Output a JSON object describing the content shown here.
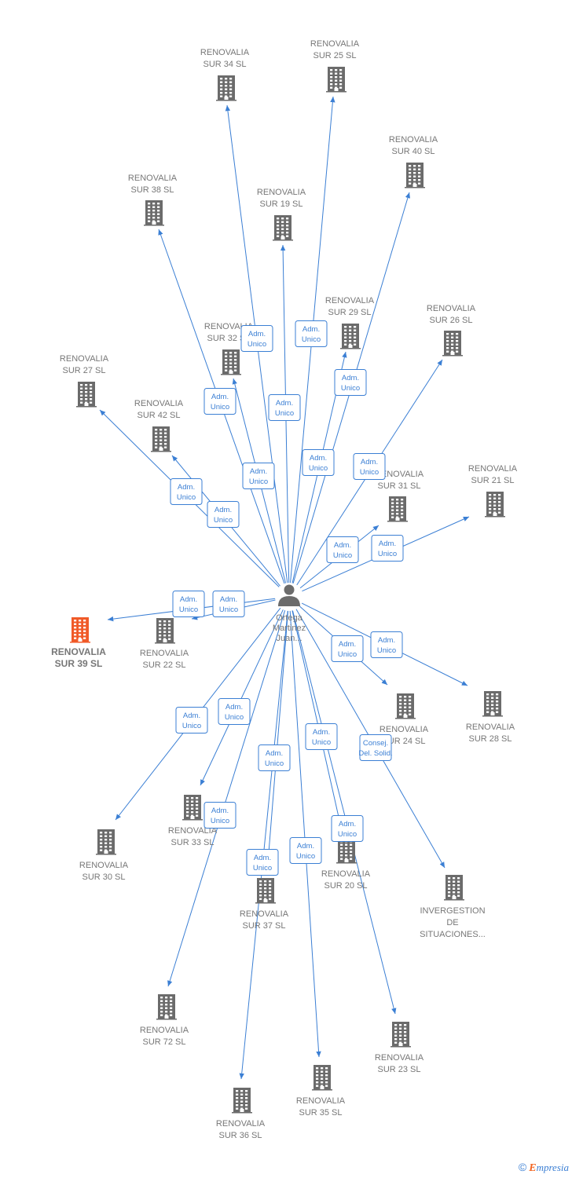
{
  "colors": {
    "edge": "#3b7fd4",
    "building": "#6b6b6b",
    "highlight": "#f05a28",
    "person": "#6b6b6b"
  },
  "center": {
    "name_lines": [
      "Ortega",
      "Martinez",
      "Juan..."
    ],
    "icon": "person-icon"
  },
  "nodes": [
    {
      "id": "sur34",
      "lines": [
        "RENOVALIA",
        "SUR 34  SL"
      ]
    },
    {
      "id": "sur25",
      "lines": [
        "RENOVALIA",
        "SUR 25  SL"
      ]
    },
    {
      "id": "sur40",
      "lines": [
        "RENOVALIA",
        "SUR 40  SL"
      ]
    },
    {
      "id": "sur38",
      "lines": [
        "RENOVALIA",
        "SUR 38  SL"
      ]
    },
    {
      "id": "sur19",
      "lines": [
        "RENOVALIA",
        "SUR 19  SL"
      ]
    },
    {
      "id": "sur29",
      "lines": [
        "RENOVALIA",
        "SUR 29  SL"
      ]
    },
    {
      "id": "sur26",
      "lines": [
        "RENOVALIA",
        "SUR 26  SL"
      ]
    },
    {
      "id": "sur32",
      "lines": [
        "RENOVALIA",
        "SUR 32  SL"
      ]
    },
    {
      "id": "sur27",
      "lines": [
        "RENOVALIA",
        "SUR 27  SL"
      ]
    },
    {
      "id": "sur42",
      "lines": [
        "RENOVALIA",
        "SUR 42  SL"
      ]
    },
    {
      "id": "sur31",
      "lines": [
        "RENOVALIA",
        "SUR 31  SL"
      ]
    },
    {
      "id": "sur21",
      "lines": [
        "RENOVALIA",
        "SUR 21  SL"
      ]
    },
    {
      "id": "sur39",
      "lines": [
        "RENOVALIA",
        "SUR 39  SL"
      ],
      "highlight": true
    },
    {
      "id": "sur22",
      "lines": [
        "RENOVALIA",
        "SUR 22  SL"
      ]
    },
    {
      "id": "sur24",
      "lines": [
        "RENOVALIA",
        "SUR 24  SL"
      ]
    },
    {
      "id": "sur28",
      "lines": [
        "RENOVALIA",
        "SUR 28  SL"
      ]
    },
    {
      "id": "sur30",
      "lines": [
        "RENOVALIA",
        "SUR 30  SL"
      ]
    },
    {
      "id": "sur33",
      "lines": [
        "RENOVALIA",
        "SUR 33  SL"
      ]
    },
    {
      "id": "sur37",
      "lines": [
        "RENOVALIA",
        "SUR 37  SL"
      ]
    },
    {
      "id": "sur20",
      "lines": [
        "RENOVALIA",
        "SUR 20  SL"
      ]
    },
    {
      "id": "invergestion",
      "lines": [
        "INVERGESTION",
        "DE",
        "SITUACIONES..."
      ]
    },
    {
      "id": "sur72",
      "lines": [
        "RENOVALIA",
        "SUR 72  SL"
      ]
    },
    {
      "id": "sur23",
      "lines": [
        "RENOVALIA",
        "SUR 23  SL"
      ]
    },
    {
      "id": "sur35",
      "lines": [
        "RENOVALIA",
        "SUR 35  SL"
      ]
    },
    {
      "id": "sur36",
      "lines": [
        "RENOVALIA",
        "SUR 36  SL"
      ]
    }
  ],
  "edges": [
    {
      "to": "sur34",
      "role": [
        "Adm.",
        "Unico"
      ]
    },
    {
      "to": "sur25",
      "role": [
        "Adm.",
        "Unico"
      ]
    },
    {
      "to": "sur40",
      "role": [
        "Adm.",
        "Unico"
      ]
    },
    {
      "to": "sur38",
      "role": [
        "Adm.",
        "Unico"
      ]
    },
    {
      "to": "sur19",
      "role": [
        "Adm.",
        "Unico"
      ]
    },
    {
      "to": "sur29",
      "role": [
        "Adm.",
        "Unico"
      ]
    },
    {
      "to": "sur26",
      "role": [
        "Adm.",
        "Unico"
      ]
    },
    {
      "to": "sur32",
      "role": [
        "Adm.",
        "Unico"
      ]
    },
    {
      "to": "sur27",
      "role": [
        "Adm.",
        "Unico"
      ]
    },
    {
      "to": "sur42",
      "role": [
        "Adm.",
        "Unico"
      ]
    },
    {
      "to": "sur31",
      "role": [
        "Adm.",
        "Unico"
      ]
    },
    {
      "to": "sur21",
      "role": [
        "Adm.",
        "Unico"
      ]
    },
    {
      "to": "sur39",
      "role": [
        "Adm.",
        "Unico"
      ]
    },
    {
      "to": "sur22",
      "role": [
        "Adm.",
        "Unico"
      ]
    },
    {
      "to": "sur24",
      "role": [
        "Adm.",
        "Unico"
      ]
    },
    {
      "to": "sur28",
      "role": [
        "Adm.",
        "Unico"
      ]
    },
    {
      "to": "sur30",
      "role": [
        "Adm.",
        "Unico"
      ]
    },
    {
      "to": "sur33",
      "role": [
        "Adm.",
        "Unico"
      ]
    },
    {
      "to": "sur37",
      "role": [
        "Adm.",
        "Unico"
      ]
    },
    {
      "to": "sur20",
      "role": [
        "Adm.",
        "Unico"
      ]
    },
    {
      "to": "invergestion",
      "role": [
        "Consej.",
        "Del. Solid."
      ]
    },
    {
      "to": "sur72",
      "role": [
        "Adm.",
        "Unico"
      ]
    },
    {
      "to": "sur23",
      "role": [
        "Adm.",
        "Unico"
      ]
    },
    {
      "to": "sur35",
      "role": [
        "Adm.",
        "Unico"
      ]
    },
    {
      "to": "sur36",
      "role": [
        "Adm.",
        "Unico"
      ]
    }
  ],
  "footer": {
    "copyright": "©",
    "brand_first": "E",
    "brand_rest": "mpresia"
  }
}
